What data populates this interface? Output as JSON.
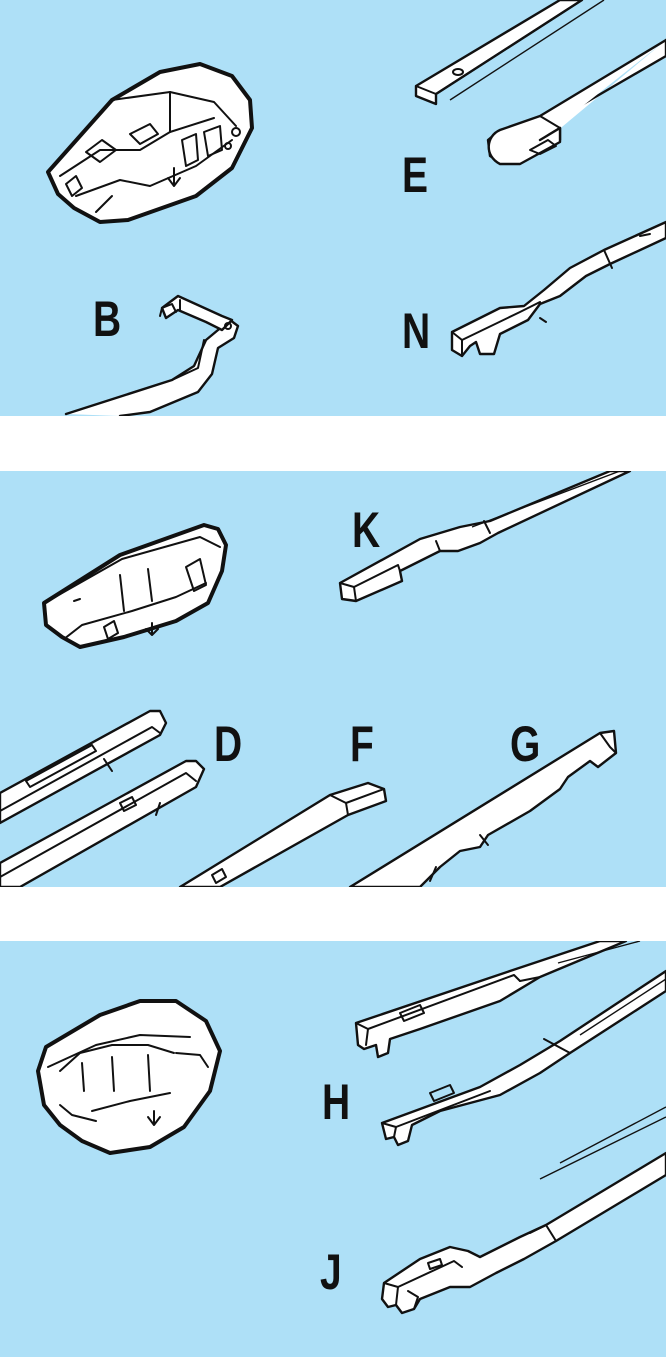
{
  "panels": [
    {
      "labels": {
        "e": "E",
        "b": "B",
        "n": "N"
      }
    },
    {
      "labels": {
        "k": "K",
        "d": "D",
        "f": "F",
        "g": "G"
      }
    },
    {
      "labels": {
        "h": "H",
        "j": "J"
      }
    }
  ]
}
